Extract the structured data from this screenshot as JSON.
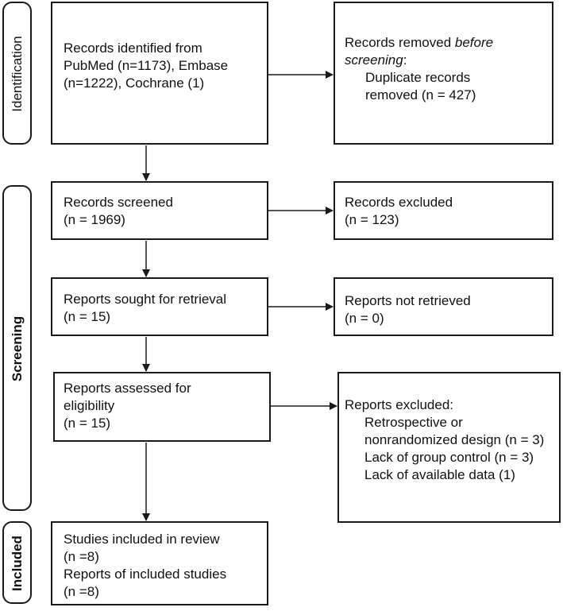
{
  "phases": {
    "identification": "Identification",
    "screening": "Screening",
    "included": "Included"
  },
  "identified": {
    "line1": "Records identified from",
    "line2": "PubMed (n=1173), Embase",
    "line3": "(n=1222), Cochrane (1)"
  },
  "removed": {
    "line1_plain": "Records removed ",
    "line1_italic": "before",
    "line2_italic": "screening",
    "line2_colon": ":",
    "line3": "Duplicate records",
    "line4": "removed (n = 427)"
  },
  "screened": {
    "line1": "Records screened",
    "line2": "(n = 1969)"
  },
  "excluded": {
    "line1": "Records excluded",
    "line2": "(n = 123)"
  },
  "sought": {
    "line1": "Reports sought for retrieval",
    "line2": "(n = 15)"
  },
  "not_retrieved": {
    "line1": "Reports not retrieved",
    "line2": "(n = 0)"
  },
  "assessed": {
    "line1": "Reports assessed for",
    "line2": "eligibility",
    "line3": "(n = 15)"
  },
  "reports_excluded": {
    "title": "Reports excluded:",
    "reasons": [
      "Retrospective or",
      "nonrandomized design (n = 3)",
      "Lack of group control (n = 3)",
      "Lack of available data (1)"
    ]
  },
  "included_box": {
    "line1": "Studies included in review",
    "line2": "(n =8)",
    "line3": "Reports of included studies",
    "line4": "(n =8)"
  }
}
